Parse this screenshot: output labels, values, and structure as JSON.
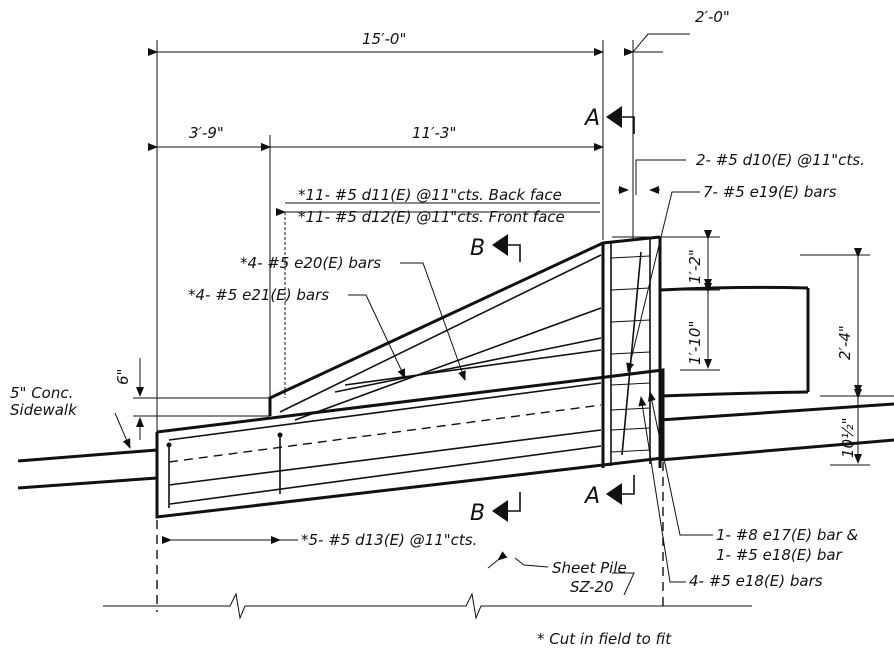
{
  "dimensions": {
    "overall": "15′-0\"",
    "right_ext": "2′-0\"",
    "left_seg": "3′-9\"",
    "right_seg": "11′-3\"",
    "six_inch": "6\"",
    "top_1": "1′-2\"",
    "top_2": "1′-10\"",
    "right_a": "2′-4\"",
    "right_b": "10½\""
  },
  "sections": {
    "a": "A",
    "b": "B"
  },
  "callouts": {
    "d11": "*11- #5 d11(E) @11\"cts. Back face",
    "d12": "*11- #5 d12(E) @11\"cts. Front face",
    "e20": "*4- #5 e20(E) bars",
    "e21": "*4- #5 e21(E) bars",
    "d10": "2- #5 d10(E) @11\"cts.",
    "e19": "7- #5 e19(E) bars",
    "d13": "*5- #5 d13(E) @11\"cts.",
    "e17_1": "1- #8 e17(E) bar &",
    "e17_2": "1- #5 e18(E) bar",
    "e18": "4- #5 e18(E) bars"
  },
  "labels": {
    "sidewalk_1": "5\" Conc.",
    "sidewalk_2": "Sidewalk",
    "pile_1": "Sheet Pile",
    "pile_2": "SZ-20",
    "note": "* Cut in field to fit"
  }
}
